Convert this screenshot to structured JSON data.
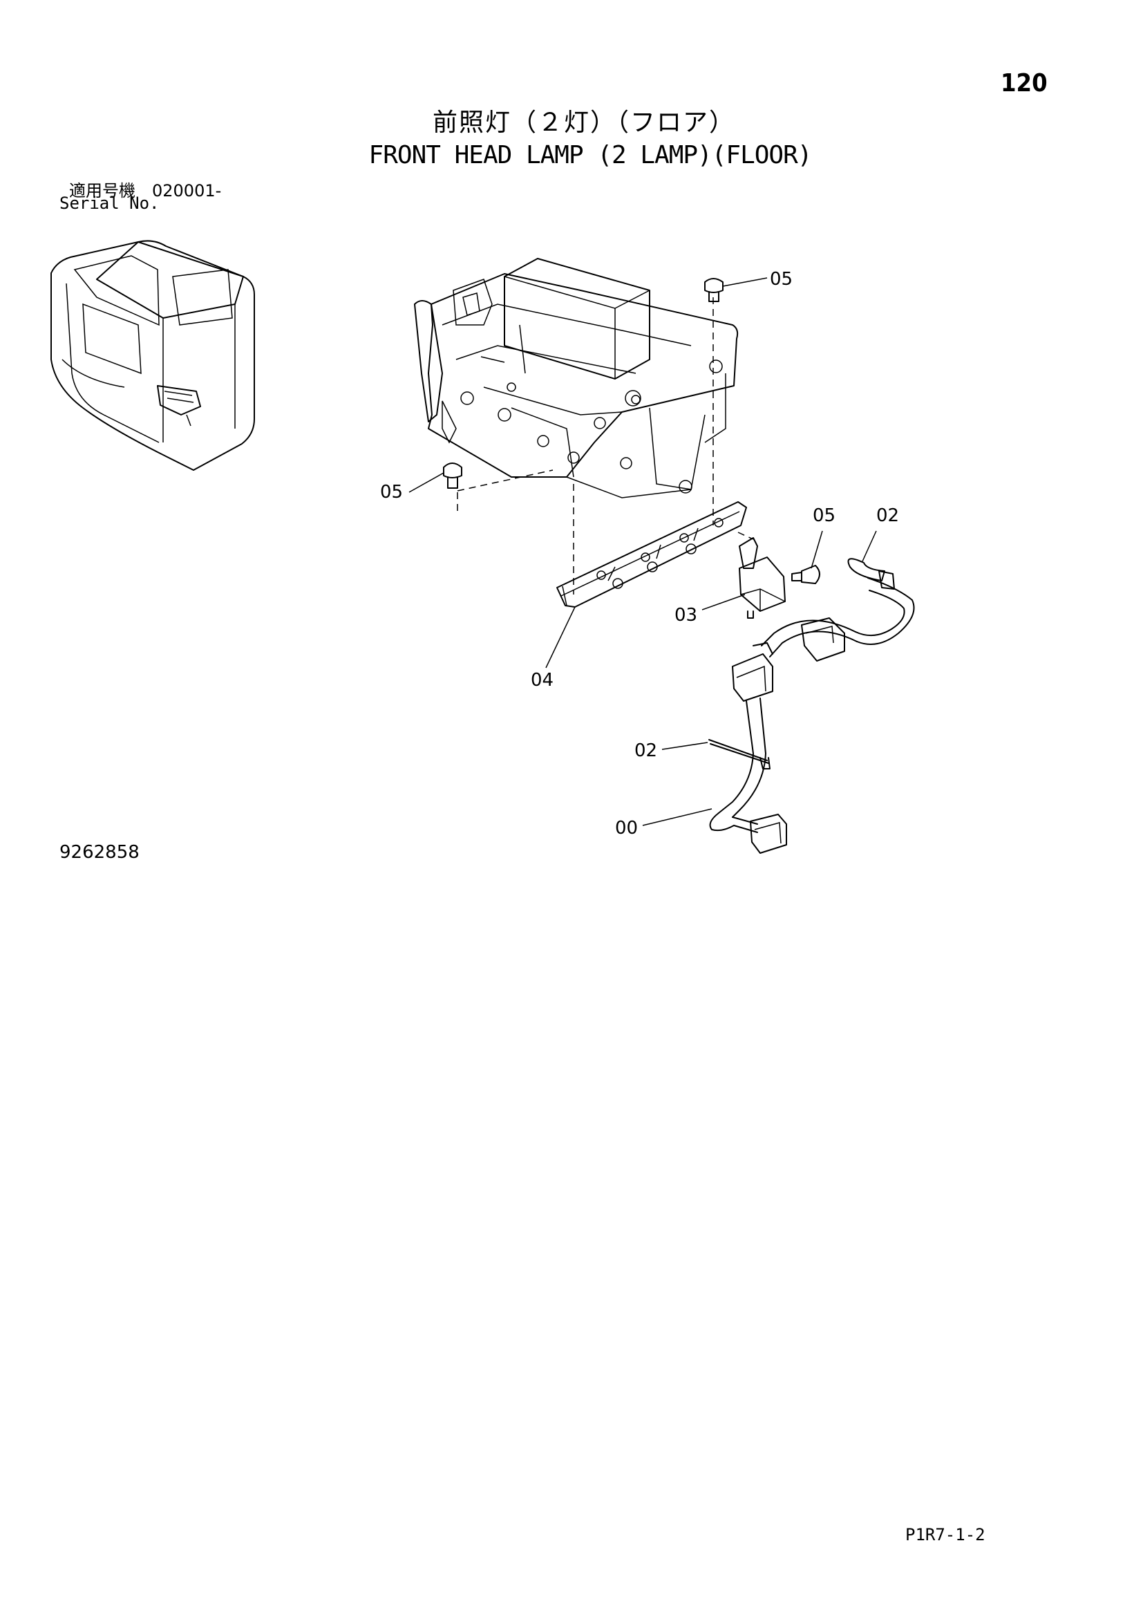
{
  "page": {
    "number": "120",
    "code": "P1R7-1-2"
  },
  "title": {
    "japanese": "前照灯（２灯）（フロア）",
    "english": "FRONT HEAD LAMP (2 LAMP)(FLOOR)"
  },
  "serial": {
    "label_jp": "適用号機　020001-",
    "label_en": "Serial No."
  },
  "figure_number": "9262858",
  "callouts": {
    "c05_top": "05",
    "c05_left": "05",
    "c05_right": "05",
    "c02_top": "02",
    "c03": "03",
    "c04": "04",
    "c02_mid": "02",
    "c00": "00"
  }
}
